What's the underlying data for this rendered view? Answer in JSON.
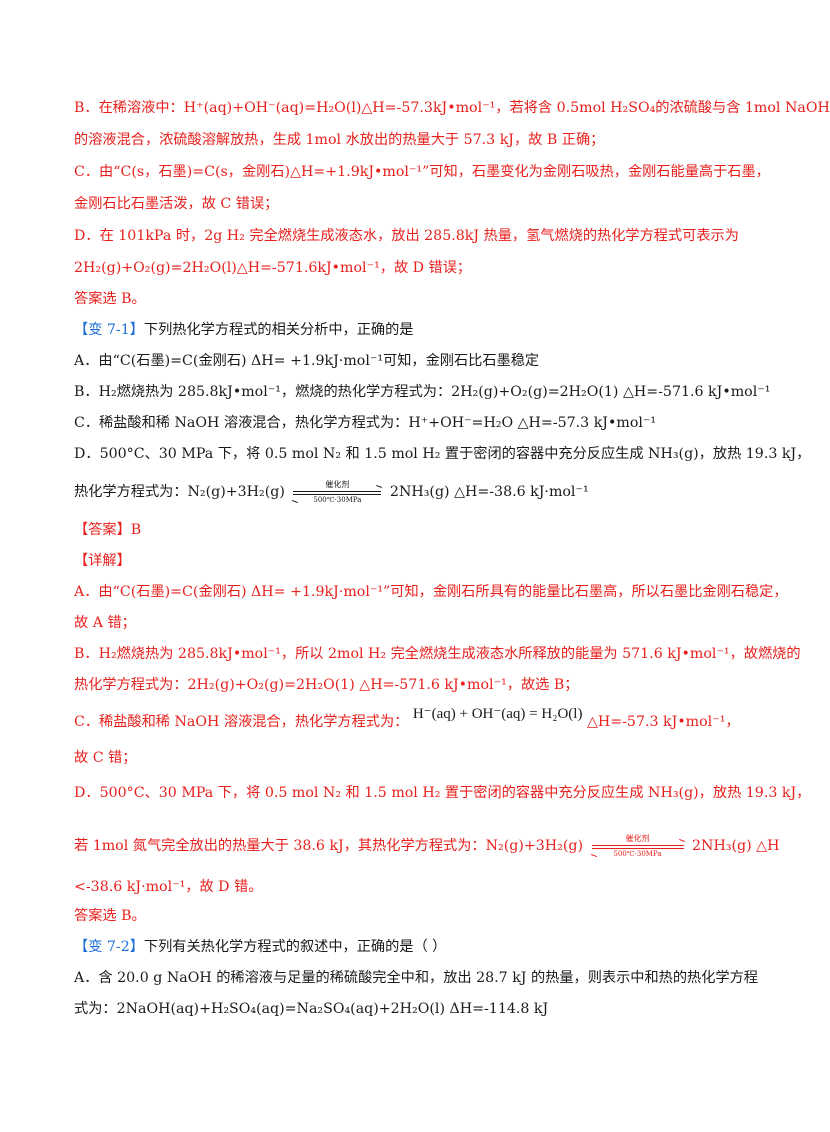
{
  "block1": {
    "b_line1": "B．在稀溶液中：H⁺(aq)+OH⁻(aq)=H₂O(l)△H=-57.3kJ•mol⁻¹，若将含 0.5mol H₂SO₄的浓硫酸与含 1mol NaOH",
    "b_line2": "的溶液混合，浓硫酸溶解放热，生成 1mol 水放出的热量大于 57.3 kJ，故 B 正确；",
    "c_line1": "C．由“C(s，石墨)=C(s，金刚石)△H=+1.9kJ•mol⁻¹”可知，石墨变化为金刚石吸热，金刚石能量高于石墨，",
    "c_line2": "金刚石比石墨活泼，故 C 错误；",
    "d_line1": "D．在 101kPa 时，2g H₂ 完全燃烧生成液态水，放出 285.8kJ 热量，氢气燃烧的热化学方程式可表示为",
    "d_line2": "2H₂(g)+O₂(g)=2H₂O(l)△H=-571.6kJ•mol⁻¹，故 D 错误；",
    "answer": "答案选 B。"
  },
  "q71": {
    "tag": "【变 7-1】",
    "stem": "下列热化学方程式的相关分析中，正确的是",
    "opt_a": "A．由“C(石墨)=C(金刚石) ΔH= +1.9kJ·mol⁻¹可知，金刚石比石墨稳定",
    "opt_b": "B．H₂燃烧热为 285.8kJ•mol⁻¹，燃烧的热化学方程式为：2H₂(g)+O₂(g)=2H₂O(1) △H=-571.6 kJ•mol⁻¹",
    "opt_c": "C．稀盐酸和稀 NaOH 溶液混合，热化学方程式为：H⁺+OH⁻=H₂O △H=-57.3 kJ•mol⁻¹",
    "opt_d1": "D．500°C、30 MPa 下，将 0.5 mol N₂ 和 1.5 mol H₂ 置于密闭的容器中充分反应生成 NH₃(g)，放热 19.3 kJ，",
    "opt_d2_pre": "热化学方程式为：N₂(g)+3H₂(g)",
    "opt_d2_post": "2NH₃(g) △H=-38.6 kJ·mol⁻¹",
    "arrow_top": "催化剂",
    "arrow_bottom": "500℃·30MPa"
  },
  "ans71": {
    "answer_label": "【答案】B",
    "detail_label": "【详解】",
    "a_line1": "A．由“C(石墨)=C(金刚石) ΔH= +1.9kJ·mol⁻¹”可知，金刚石所具有的能量比石墨高，所以石墨比金刚石稳定，",
    "a_line2": "故 A 错；",
    "b_line1": "B．H₂燃烧热为 285.8kJ•mol⁻¹，所以 2mol H₂ 完全燃烧生成液态水所释放的能量为 571.6 kJ•mol⁻¹，故燃烧的",
    "b_line2": "热化学方程式为：2H₂(g)+O₂(g)=2H₂O(1) △H=-571.6 kJ•mol⁻¹，故选 B；",
    "c_line1_pre": "C．稀盐酸和稀 NaOH 溶液混合，热化学方程式为：",
    "c_formula": "H⁻(aq) + OH⁻(aq) = H₂O(l)",
    "c_line1_post": "△H=-57.3 kJ•mol⁻¹，",
    "c_line2": "故 C 错；",
    "d_line1": "D．500°C、30 MPa 下，将 0.5 mol N₂ 和 1.5 mol H₂ 置于密闭的容器中充分反应生成 NH₃(g)，放热 19.3 kJ，",
    "d_line2_pre": "若 1mol 氮气完全放出的热量大于 38.6 kJ，其热化学方程式为：N₂(g)+3H₂(g)",
    "d_line2_post": "2NH₃(g) △H",
    "d_line3": "<-38.6 kJ·mol⁻¹，故 D 错。",
    "answer": "答案选 B。",
    "arrow_top": "催化剂",
    "arrow_bottom": "500℃·30MPa"
  },
  "q72": {
    "tag": "【变 7-2】",
    "stem": "下列有关热化学方程式的叙述中，正确的是（ ）",
    "opt_a1": "A．含 20.0 g NaOH 的稀溶液与足量的稀硫酸完全中和，放出 28.7 kJ 的热量，则表示中和热的热化学方程",
    "opt_a2": "式为：2NaOH(aq)+H₂SO₄(aq)=Na₂SO₄(aq)+2H₂O(l) ΔH=-114.8 kJ"
  },
  "colors": {
    "red": "#e8201d",
    "blue": "#1e6fd6",
    "text": "#1a1a1a"
  }
}
